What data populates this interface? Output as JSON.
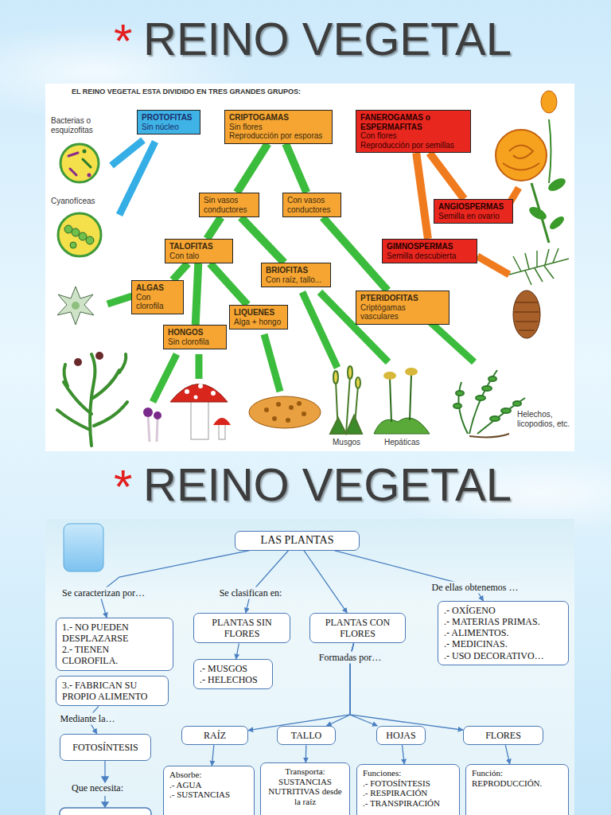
{
  "diagram": {
    "title": "REINO VEGETAL",
    "nodes": [
      {
        "text": [
          "PROTOFITAS",
          "Sin núcleo"
        ]
      },
      {
        "text": [
          "CRIPTOGAMAS",
          "Sin flores",
          "Reproducción por esporas"
        ]
      },
      {
        "text": [
          "FANEROGAMAS o ESPERMAFITAS",
          "Con flores",
          "Reproducción por semillas"
        ]
      },
      {
        "text": [
          "Sin vasos conductores"
        ]
      },
      {
        "text": [
          "Con vasos conductores"
        ]
      },
      {
        "text": [
          "ANGIOSPERMAS",
          "Semilla en ovario"
        ]
      },
      {
        "text": [
          "GIMNOSPERMAS",
          "Semilla descubierta"
        ]
      },
      {
        "text": [
          "TALOFITAS",
          "Con talo"
        ]
      },
      {
        "text": [
          "BRIOFITAS",
          "Con raíz, tallo..."
        ]
      },
      {
        "text": [
          "ALGAS",
          "Con clorofila"
        ]
      },
      {
        "text": [
          "LIQUENES",
          "Alga + hongo"
        ]
      },
      {
        "text": [
          "HONGOS",
          "Sin clorofila"
        ]
      },
      {
        "text": [
          "PTERIDOFITAS",
          "Criptógamas vasculares"
        ]
      },
      {
        "text": [
          "LAS PLANTAS"
        ]
      },
      {
        "text": [
          "1.- NO PUEDEN DESPLAZARSE",
          "2.- TIENEN CLOROFILA."
        ]
      },
      {
        "text": [
          "3.- FABRICAN SU PROPIO ALIMENTO"
        ]
      },
      {
        "text": [
          "PLANTAS SIN FLORES"
        ]
      },
      {
        "text": [
          "PLANTAS CON FLORES"
        ]
      },
      {
        "text": [
          ".- OXÍGENO",
          ".- MATERIAS PRIMAS.",
          ".- ALIMENTOS.",
          ".- MEDICINAS.",
          ".- USO DECORATIVO…"
        ]
      },
      {
        "text": [
          ".- MUSGOS",
          ".- HELECHOS"
        ]
      },
      {
        "text": [
          "RAÍZ"
        ]
      },
      {
        "text": [
          "TALLO"
        ]
      },
      {
        "text": [
          "HOJAS"
        ]
      },
      {
        "text": [
          "FLORES"
        ]
      },
      {
        "text": [
          "FOTOSÍNTESIS"
        ]
      },
      {
        "text": [
          "Absorbe:",
          ".- AGUA",
          ".- SUSTANCIAS"
        ]
      },
      {
        "text": [
          "Transporta:",
          "SUSTANCIAS NUTRITIVAS desde la raíz"
        ]
      },
      {
        "text": [
          "Funciones:",
          ".- FOTOSÍNTESIS",
          ".- RESPIRACIÓN",
          ".- TRANSPIRACIÓN"
        ]
      },
      {
        "text": [
          "Función:",
          "REPRODUCCIÓN."
        ]
      }
    ],
    "edges": [
      {
        "from": 1,
        "to": 3,
        "arrow": "none"
      },
      {
        "from": 1,
        "to": 4,
        "arrow": "none"
      },
      {
        "from": 2,
        "to": 5,
        "arrow": "none"
      },
      {
        "from": 2,
        "to": 6,
        "arrow": "none"
      },
      {
        "from": 3,
        "to": 7,
        "arrow": "none"
      },
      {
        "from": 3,
        "to": 8,
        "arrow": "none"
      },
      {
        "from": 4,
        "to": 12,
        "arrow": "none"
      },
      {
        "from": 7,
        "to": 9,
        "arrow": "none"
      },
      {
        "from": 7,
        "to": 11,
        "arrow": "none"
      },
      {
        "from": 7,
        "to": 10,
        "arrow": "none"
      },
      {
        "from": 13,
        "to": 14,
        "label": "Se caracterizan por…",
        "arrow": "to"
      },
      {
        "from": 13,
        "to": 16,
        "label": "Se clasifican en:",
        "arrow": "to"
      },
      {
        "from": 13,
        "to": 17,
        "arrow": "to"
      },
      {
        "from": 13,
        "to": 18,
        "label": "De ellas obtenemos …",
        "arrow": "to"
      },
      {
        "from": 16,
        "to": 19,
        "arrow": "to"
      },
      {
        "from": 17,
        "to": 20,
        "label": "Formadas por…",
        "arrow": "to"
      },
      {
        "from": 17,
        "to": 21,
        "arrow": "to"
      },
      {
        "from": 17,
        "to": 22,
        "arrow": "to"
      },
      {
        "from": 17,
        "to": 23,
        "arrow": "to"
      },
      {
        "from": 20,
        "to": 25,
        "arrow": "to"
      },
      {
        "from": 21,
        "to": 26,
        "arrow": "to"
      },
      {
        "from": 22,
        "to": 27,
        "arrow": "to"
      },
      {
        "from": 23,
        "to": 28,
        "arrow": "to"
      },
      {
        "from": 15,
        "to": 24,
        "label": "Mediante la…",
        "arrow": "to"
      }
    ],
    "labels": [
      "*",
      "EL REINO VEGETAL ESTA DIVIDIDO EN TRES GRANDES GRUPOS:",
      "Bacterias o esquizofitas",
      "Cyanofíceas",
      "Musgos",
      "Hepáticas",
      "Helechos, licopodios, etc.",
      "*",
      "REINO VEGETAL",
      "Que necesita:"
    ]
  }
}
